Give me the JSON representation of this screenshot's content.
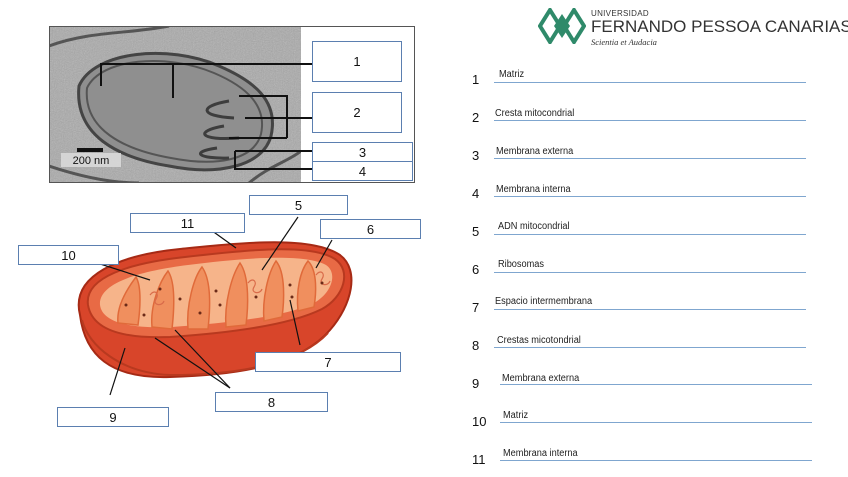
{
  "logo": {
    "line1": "UNIVERSIDAD",
    "line2": "FERNANDO PESSOA CANARIAS",
    "motto": "Scientia et Audacia",
    "color": "#2f8a6a"
  },
  "micrograph": {
    "scale_bar": "200 nm",
    "labels": [
      "1",
      "2",
      "3",
      "4"
    ]
  },
  "diagram_labels": [
    "5",
    "6",
    "7",
    "8",
    "9",
    "10",
    "11"
  ],
  "answers": [
    {
      "num": "1",
      "text": "Matriz"
    },
    {
      "num": "2",
      "text": "Cresta mitocondrial"
    },
    {
      "num": "3",
      "text": "Membrana externa"
    },
    {
      "num": "4",
      "text": "Membrana interna"
    },
    {
      "num": "5",
      "text": "ADN mitocondrial"
    },
    {
      "num": "6",
      "text": "Ribosomas"
    },
    {
      "num": "7",
      "text": "Espacio intermembrana"
    },
    {
      "num": "8",
      "text": "Crestas micotondrial"
    },
    {
      "num": "9",
      "text": "Membrana externa"
    },
    {
      "num": "10",
      "text": "Matriz"
    },
    {
      "num": "11",
      "text": "Membrana interna"
    }
  ],
  "colors": {
    "box_border": "#5b7fb0",
    "answer_line": "#7fa6cf",
    "outer_membrane": "#d8452a",
    "inner_membrane": "#f2a070"
  }
}
